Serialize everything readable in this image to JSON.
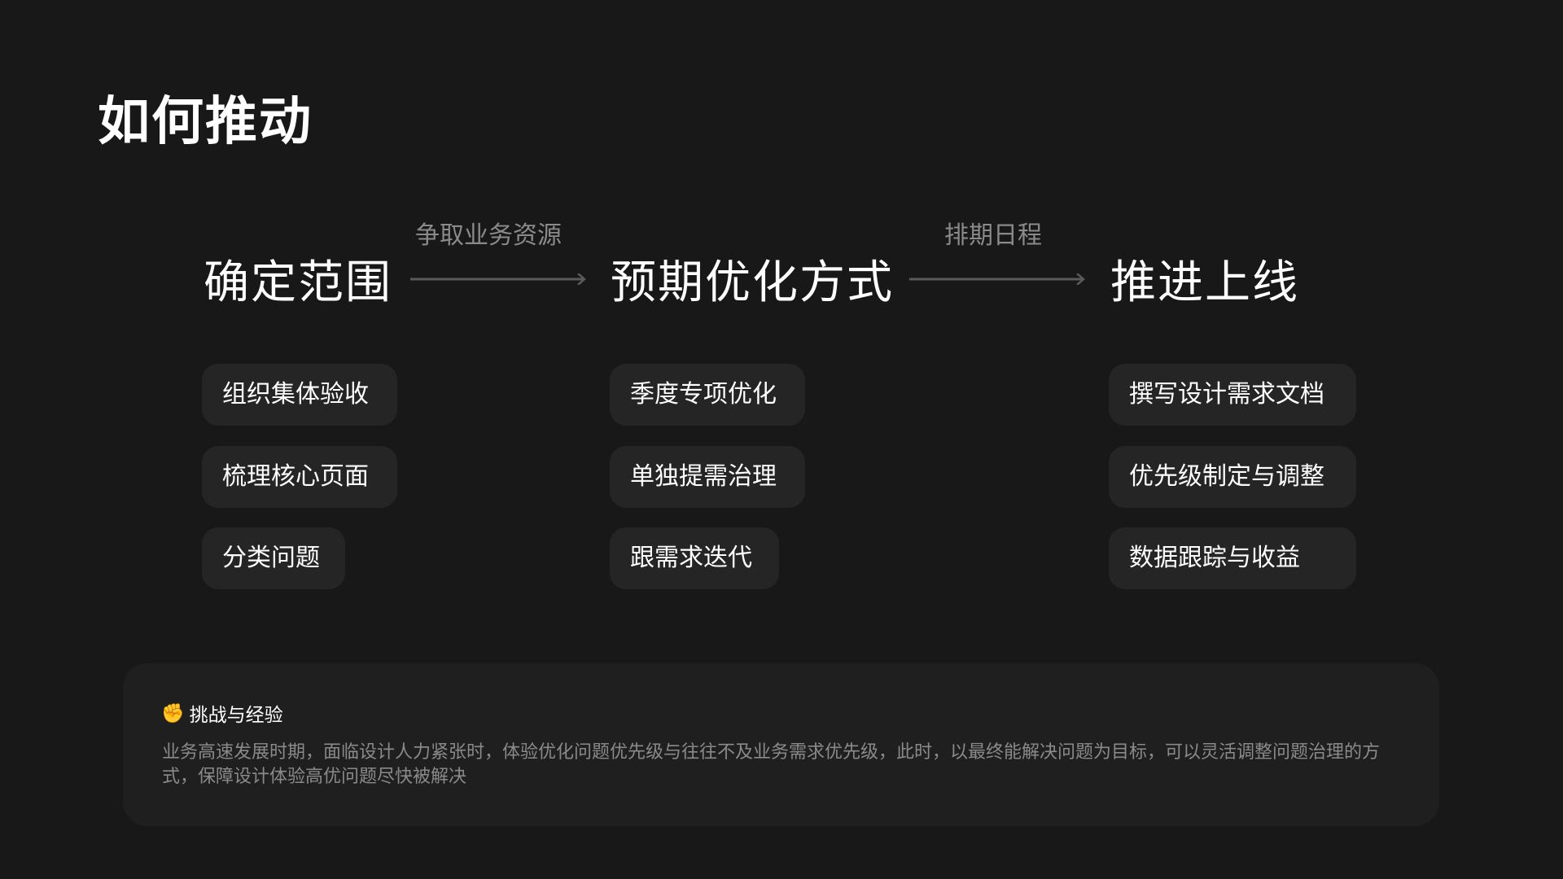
{
  "title": "如何推动",
  "stages": [
    {
      "label": "确定范围",
      "items": [
        "组织集体验收",
        "梳理核心页面",
        "分类问题"
      ]
    },
    {
      "label": "预期优化方式",
      "items": [
        "季度专项优化",
        "单独提需治理",
        "跟需求迭代"
      ]
    },
    {
      "label": "推进上线",
      "items": [
        "撰写设计需求文档",
        "优先级制定与调整",
        "数据跟踪与收益"
      ]
    }
  ],
  "arrows": [
    {
      "label": "争取业务资源"
    },
    {
      "label": "排期日程"
    }
  ],
  "panel": {
    "icon": "raised-fist-icon",
    "emoji": "✊",
    "heading": "挑战与经验",
    "body": "业务高速发展时期，面临设计人力紧张时，体验优化问题优先级与往往不及业务需求优先级，此时，以最终能解决问题为目标，可以灵活调整问题治理的方式，保障设计体验高优问题尽快被解决"
  },
  "colors": {
    "background": "#181818",
    "pill": "#252525",
    "panel": "#1f1f1f",
    "muted": "#8a8a8a",
    "arrow": "#5a5a5a"
  }
}
